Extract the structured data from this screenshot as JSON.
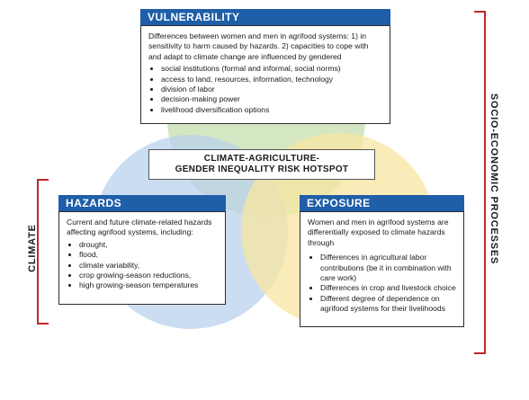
{
  "colors": {
    "header_blue": "#1f5ea8",
    "bracket_red": "#c0282b",
    "circle_green": "#c5dfae",
    "circle_blue": "#b9d1ec",
    "circle_yellow": "#f8e6a0"
  },
  "vulnerability": {
    "title": "VULNERABILITY",
    "intro": "Differences between women and men in agrifood systems: 1) in sensitivity to harm caused by hazards. 2) capacities to cope with and adapt to climate change are influenced by gendered",
    "items": [
      "social institutions (formal and informal, social norms)",
      "access to land, resources, information, technology",
      "division of labor",
      "decision-making power",
      "livelihood diversification options"
    ]
  },
  "hotspot": {
    "line1": "CLIMATE-AGRICULTURE-",
    "line2": "GENDER INEQUALITY RISK HOTSPOT"
  },
  "hazards": {
    "title": "HAZARDS",
    "intro": "Current and future climate-related hazards affecting agrifood systems, including:",
    "items": [
      "drought,",
      "flood,",
      "climate variability,",
      "crop growing-season reductions,",
      "high growing-season temperatures"
    ]
  },
  "exposure": {
    "title": "EXPOSURE",
    "intro": "Women and men in agrifood systems are differentially exposed to climate hazards through",
    "items": [
      "Differences in agricultural labor contributions (be it in combination with care work)",
      "Differences in crop and livestock choice",
      "Different degree of dependence on agrifood systems for their livelihoods"
    ]
  },
  "labels": {
    "climate": "CLIMATE",
    "socio": "SOCIO-ECONOMIC PROCESSES"
  }
}
